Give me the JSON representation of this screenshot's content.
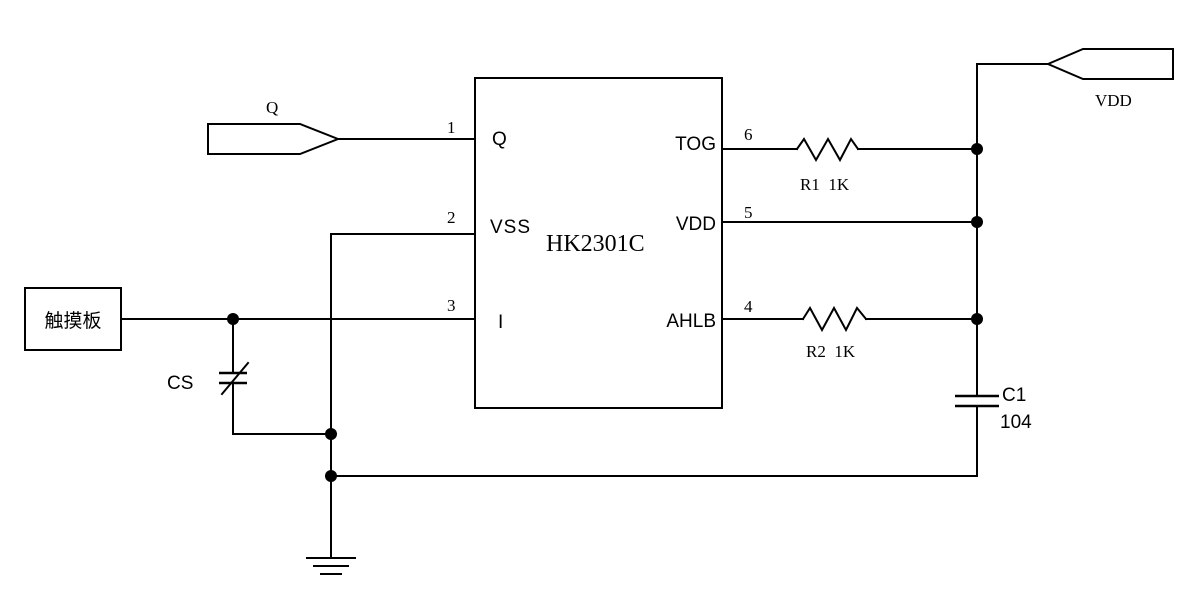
{
  "ic": {
    "name": "HK2301C",
    "pins": {
      "p1": {
        "num": "1",
        "label": "Q"
      },
      "p2": {
        "num": "2",
        "label": "VSS"
      },
      "p3": {
        "num": "3",
        "label": "I"
      },
      "p4": {
        "num": "4",
        "label": "AHLB"
      },
      "p5": {
        "num": "5",
        "label": "VDD"
      },
      "p6": {
        "num": "6",
        "label": "TOG"
      }
    }
  },
  "ports": {
    "q": "Q",
    "vdd": "VDD"
  },
  "touchpad": "触摸板",
  "components": {
    "r1": "R1  1K",
    "r2": "R2  1K",
    "cs": "CS",
    "c1_name": "C1",
    "c1_value": "104"
  }
}
